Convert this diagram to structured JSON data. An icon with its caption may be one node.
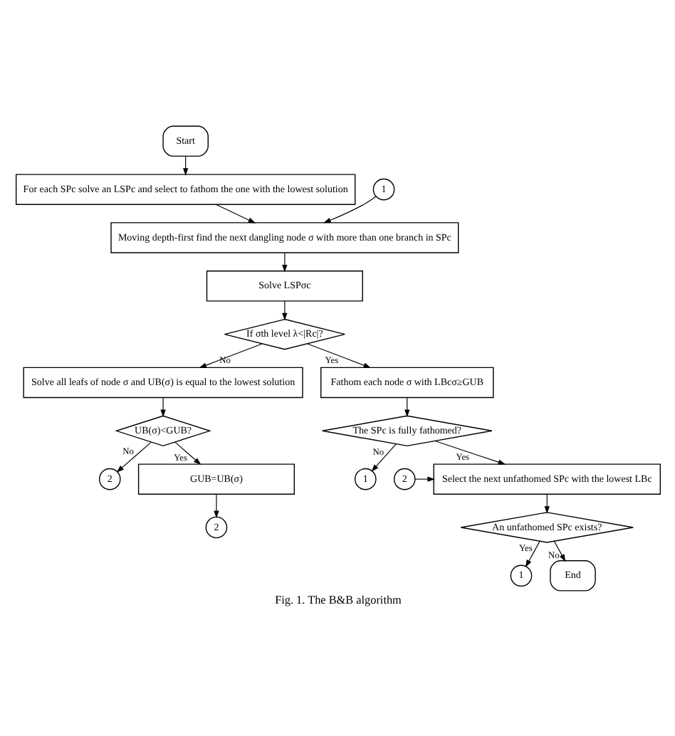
{
  "diagram": {
    "caption": "Fig. 1. The B&B algorithm",
    "nodes": [
      {
        "text": [
          "Start"
        ]
      },
      {
        "text": [
          "For each SPc solve an LSPc and select to fathom the one with the lowest solution"
        ]
      },
      {
        "text": [
          "1"
        ]
      },
      {
        "text": [
          "Moving depth-first find the next dangling node σ with more than one branch in SPc"
        ]
      },
      {
        "text": [
          "Solve LSPσc"
        ]
      },
      {
        "text": [
          "If σth level λ<|Rc|?"
        ]
      },
      {
        "text": [
          "Solve all leafs of node σ and UB(σ) is equal to the lowest solution"
        ]
      },
      {
        "text": [
          "Fathom each node σ with LBcσ≥GUB"
        ]
      },
      {
        "text": [
          "UB(σ)<GUB?"
        ]
      },
      {
        "text": [
          "The SPc is fully fathomed?"
        ]
      },
      {
        "text": [
          "2"
        ]
      },
      {
        "text": [
          "GUB=UB(σ)"
        ]
      },
      {
        "text": [
          "1"
        ]
      },
      {
        "text": [
          "2"
        ]
      },
      {
        "text": [
          "Select the next unfathomed SPc with the lowest LBc"
        ]
      },
      {
        "text": [
          "2"
        ]
      },
      {
        "text": [
          "An unfathomed SPc exists?"
        ]
      },
      {
        "text": [
          "1"
        ]
      },
      {
        "text": [
          "End"
        ]
      }
    ],
    "edges": [
      {
        "from": 0,
        "to": 1,
        "arrow": "to"
      },
      {
        "from": 1,
        "to": 3,
        "arrow": "to"
      },
      {
        "from": 2,
        "to": 3,
        "arrow": "to"
      },
      {
        "from": 3,
        "to": 4,
        "arrow": "to"
      },
      {
        "from": 4,
        "to": 5,
        "arrow": "to"
      },
      {
        "from": 5,
        "to": 6,
        "label": "No",
        "arrow": "to"
      },
      {
        "from": 5,
        "to": 7,
        "label": "Yes",
        "arrow": "to"
      },
      {
        "from": 6,
        "to": 8,
        "arrow": "to"
      },
      {
        "from": 7,
        "to": 9,
        "arrow": "to"
      },
      {
        "from": 8,
        "to": 10,
        "label": "No",
        "arrow": "to"
      },
      {
        "from": 8,
        "to": 11,
        "label": "Yes",
        "arrow": "to"
      },
      {
        "from": 9,
        "to": 12,
        "label": "No",
        "arrow": "to"
      },
      {
        "from": 9,
        "to": 14,
        "label": "Yes",
        "arrow": "to"
      },
      {
        "from": 13,
        "to": 14,
        "arrow": "to"
      },
      {
        "from": 11,
        "to": 15,
        "arrow": "to"
      },
      {
        "from": 14,
        "to": 16,
        "arrow": "to"
      },
      {
        "from": 16,
        "to": 17,
        "label": "Yes",
        "arrow": "to"
      },
      {
        "from": 16,
        "to": 18,
        "label": "No",
        "arrow": "to"
      }
    ]
  }
}
